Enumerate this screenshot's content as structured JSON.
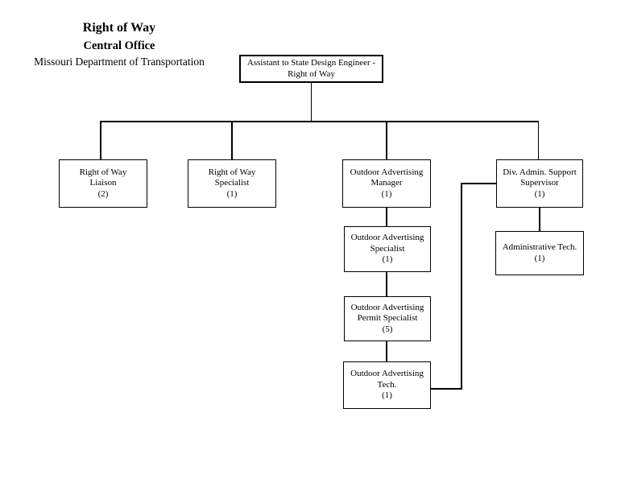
{
  "header": {
    "title": "Right of Way",
    "subtitle": "Central Office",
    "organization": "Missouri Department of Transportation"
  },
  "org_chart": {
    "nodes": {
      "root": {
        "title": "Assistant to State Design Engineer -\nRight of Way",
        "count": ""
      },
      "row_liaison": {
        "title": "Right of Way\nLiaison",
        "count": "(2)"
      },
      "row_specialist": {
        "title": "Right of Way\nSpecialist",
        "count": "(1)"
      },
      "oa_manager": {
        "title": "Outdoor Advertising\nManager",
        "count": "(1)"
      },
      "div_admin_supervisor": {
        "title": "Div. Admin. Support\nSupervisor",
        "count": "(1)"
      },
      "oa_specialist": {
        "title": "Outdoor Advertising\nSpecialist",
        "count": "(1)"
      },
      "admin_tech": {
        "title": "Administrative Tech.",
        "count": "(1)"
      },
      "oa_permit_specialist": {
        "title": "Outdoor Advertising\nPermit Specialist",
        "count": "(5)"
      },
      "oa_tech": {
        "title": "Outdoor Advertising\nTech.",
        "count": "(1)"
      }
    },
    "edges": [
      {
        "from": "root",
        "to": "row_liaison"
      },
      {
        "from": "root",
        "to": "row_specialist"
      },
      {
        "from": "root",
        "to": "oa_manager"
      },
      {
        "from": "root",
        "to": "div_admin_supervisor"
      },
      {
        "from": "oa_manager",
        "to": "oa_specialist"
      },
      {
        "from": "oa_specialist",
        "to": "oa_permit_specialist"
      },
      {
        "from": "oa_permit_specialist",
        "to": "oa_tech"
      },
      {
        "from": "div_admin_supervisor",
        "to": "admin_tech"
      },
      {
        "from": "div_admin_supervisor",
        "to": "oa_tech"
      }
    ],
    "colors": {
      "background": "#ffffff",
      "line": "#000000",
      "text": "#000000"
    }
  }
}
